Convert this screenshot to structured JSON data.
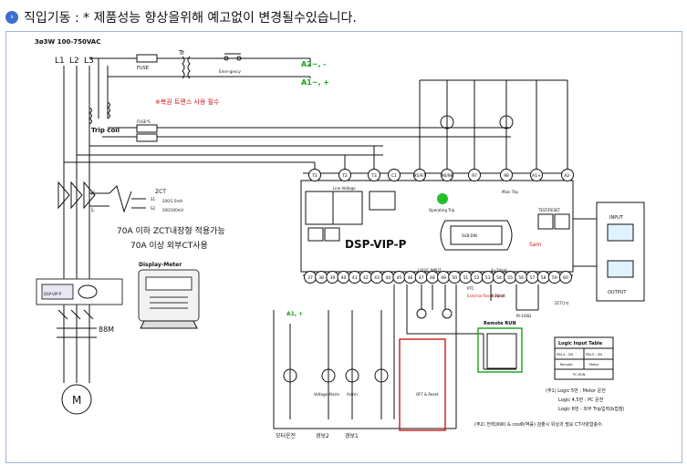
{
  "header": {
    "title": "직입기동 : * 제품성능 향상을위해 예고없이 변경될수있습니다."
  },
  "labels": {
    "supply": "3ø3W 100-750VAC",
    "l1": "L1",
    "l2": "L2",
    "l3": "L3",
    "fuse": "FUSE",
    "tr": "Tr",
    "emergency": "Emer-gency",
    "a2": "A2~, -",
    "a1": "A1~, +",
    "trans_note": "※복권 트랜스 사용 필수",
    "trip_coil": "Trip coil",
    "fuse_s": "FUSE*S",
    "k": "K",
    "l": "L",
    "zct": "ZCT",
    "zct_s1": "S1",
    "zct_s2": "S2",
    "zct_spec1": "200/1.5mA",
    "zct_spec2": "200/100mV",
    "note_70a_1": "70A  이하 ZCT내장형 적용가능",
    "note_70a_2": "70A  이상 외부CT사용",
    "display_meter": "Display-Meter",
    "dsp_small": "DSP-VIP-P",
    "motor_88m": "88M",
    "motor": "M",
    "line_voltage": "Line Voltage",
    "operating_trip": "Operating Trip",
    "main_trip": "Main  Trip",
    "test_reset": "TEST/RESET",
    "dsp_main": "DSP-VIP-P",
    "sub_din": "SUB-DIN",
    "samwha": "Sam",
    "logic": "LOGIC INPUT",
    "ma_420_top": "4~20mA",
    "ext_reset": "External Reset Input",
    "ma_420": "4-20mA",
    "ptc": "PTC",
    "pt100": "Pt-100Ω",
    "zct_term": "ZCT단자",
    "input": "INPUT",
    "output": "OUTPUT",
    "remote_run": "Remote RUN",
    "logic_title": "Logic Input Table",
    "logic_h1": "PIN-4 : ON",
    "logic_h2": "PIN-5 : ON",
    "logic_r1": "Remote",
    "logic_r2": "Motor",
    "logic_r3": "PC-RUN",
    "note1": "(주1) Logic 5번 : Motor 운전",
    "note2": "Logic 4,5번 : PC 운전",
    "note3": "Logic 6번 : 외부 Trip입력(b접점)",
    "note4": "(주2) 전력(KW) & cosΦ(역률) 검출시 위상과 필요 CT사양합충수.",
    "a1p": "A1, +",
    "voltage_alarm": "Voltage Alarm",
    "alarm": "Alarm",
    "off_reset": "OFF & Reset",
    "motor_run": "모터운전",
    "alarm2": "경보2",
    "alarm1": "경보1"
  },
  "terminals_top": [
    "T1",
    "T2",
    "T3",
    "C1",
    "95/97",
    "96/98",
    "97",
    "98",
    "A1+",
    "A2-"
  ],
  "terminals_bottom": [
    "37",
    "38",
    "39",
    "40",
    "41",
    "42",
    "43",
    "44",
    "45",
    "46",
    "47",
    "48",
    "49",
    "50",
    "51",
    "52",
    "53",
    "54",
    "55",
    "56",
    "57",
    "58",
    "59",
    "60"
  ],
  "colors": {
    "accent_red": "#d21e1e",
    "accent_green": "#16a316",
    "box_red": "#cc1a1a",
    "box_green": "#1aa01a"
  }
}
